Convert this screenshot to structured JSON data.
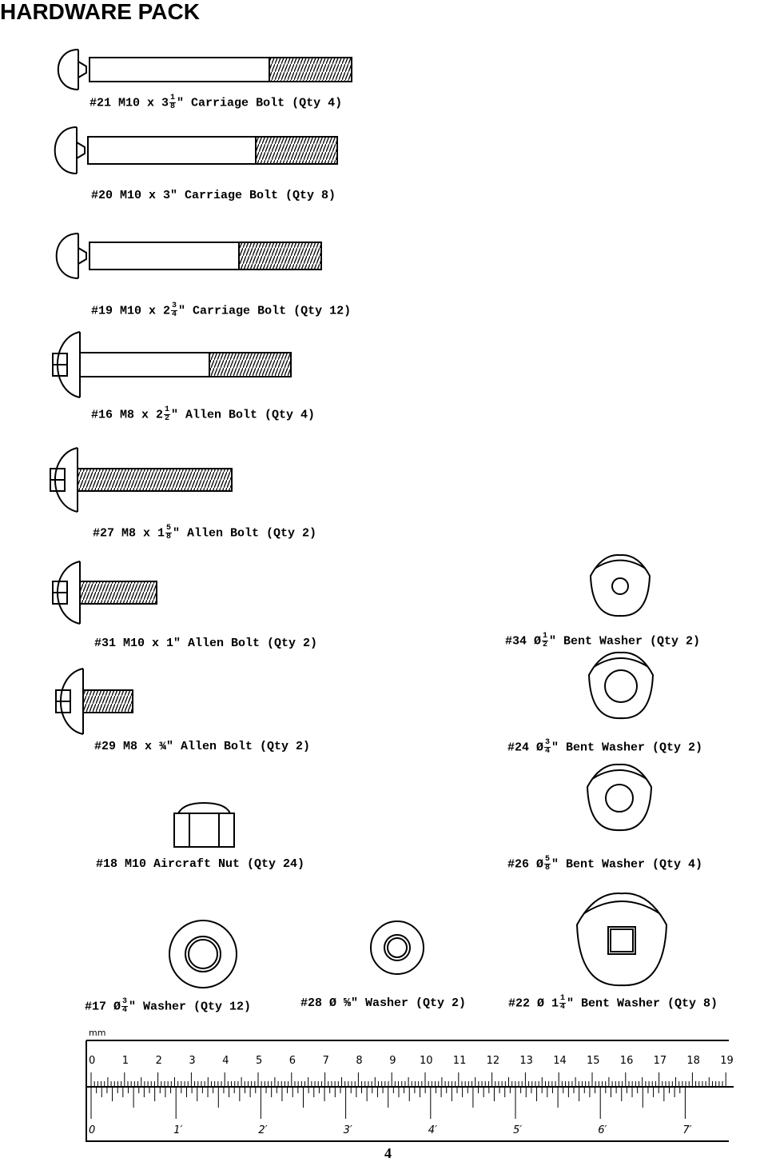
{
  "page_title": "HARDWARE PACK",
  "page_number": "4",
  "parts": [
    {
      "pre": "#21 M10 x 3",
      "frac": [
        "1",
        "8"
      ],
      "post": "\" Carriage Bolt (Qty 4)"
    },
    {
      "pre": "#20 M10 x 3\" Carriage Bolt (Qty 8)",
      "frac": null,
      "post": ""
    },
    {
      "pre": "#19 M10 x 2",
      "frac": [
        "3",
        "4"
      ],
      "post": "\" Carriage Bolt (Qty 12)"
    },
    {
      "pre": "#16 M8 x 2",
      "frac": [
        "1",
        "2"
      ],
      "post": "\" Allen Bolt (Qty 4)"
    },
    {
      "pre": "#27 M8 x 1",
      "frac": [
        "5",
        "8"
      ],
      "post": "\" Allen Bolt (Qty 2)"
    },
    {
      "pre": "#31 M10 x 1\" Allen Bolt (Qty 2)",
      "frac": null,
      "post": ""
    },
    {
      "pre": "#29 M8 x ¾\" Allen Bolt (Qty 2)",
      "frac": null,
      "post": ""
    },
    {
      "pre": "#18 M10 Aircraft Nut (Qty 24)",
      "frac": null,
      "post": ""
    },
    {
      "pre": "#34 Ø",
      "frac": [
        "1",
        "2"
      ],
      "post": "\" Bent Washer (Qty 2)"
    },
    {
      "pre": "#24 Ø",
      "frac": [
        "3",
        "4"
      ],
      "post": "\" Bent Washer (Qty 2)"
    },
    {
      "pre": "#26 Ø",
      "frac": [
        "5",
        "8"
      ],
      "post": "\" Bent Washer (Qty 4)"
    },
    {
      "pre": "#17 Ø",
      "frac": [
        "3",
        "4"
      ],
      "post": "\" Washer (Qty 12)"
    },
    {
      "pre": "#28 Ø ⅝\" Washer (Qty 2)",
      "frac": null,
      "post": ""
    },
    {
      "pre": "#22 Ø 1",
      "frac": [
        "1",
        "4"
      ],
      "post": "\" Bent Washer (Qty 8)"
    }
  ],
  "ruler": {
    "mm_label": "mm",
    "cm_labels": [
      "0",
      "1",
      "2",
      "3",
      "4",
      "5",
      "6",
      "7",
      "8",
      "9",
      "10",
      "11",
      "12",
      "13",
      "14",
      "15",
      "16",
      "17",
      "18",
      "19"
    ],
    "inch_labels": [
      "0",
      "1′",
      "2′",
      "3′",
      "4′",
      "5′",
      "6′",
      "7′"
    ]
  }
}
